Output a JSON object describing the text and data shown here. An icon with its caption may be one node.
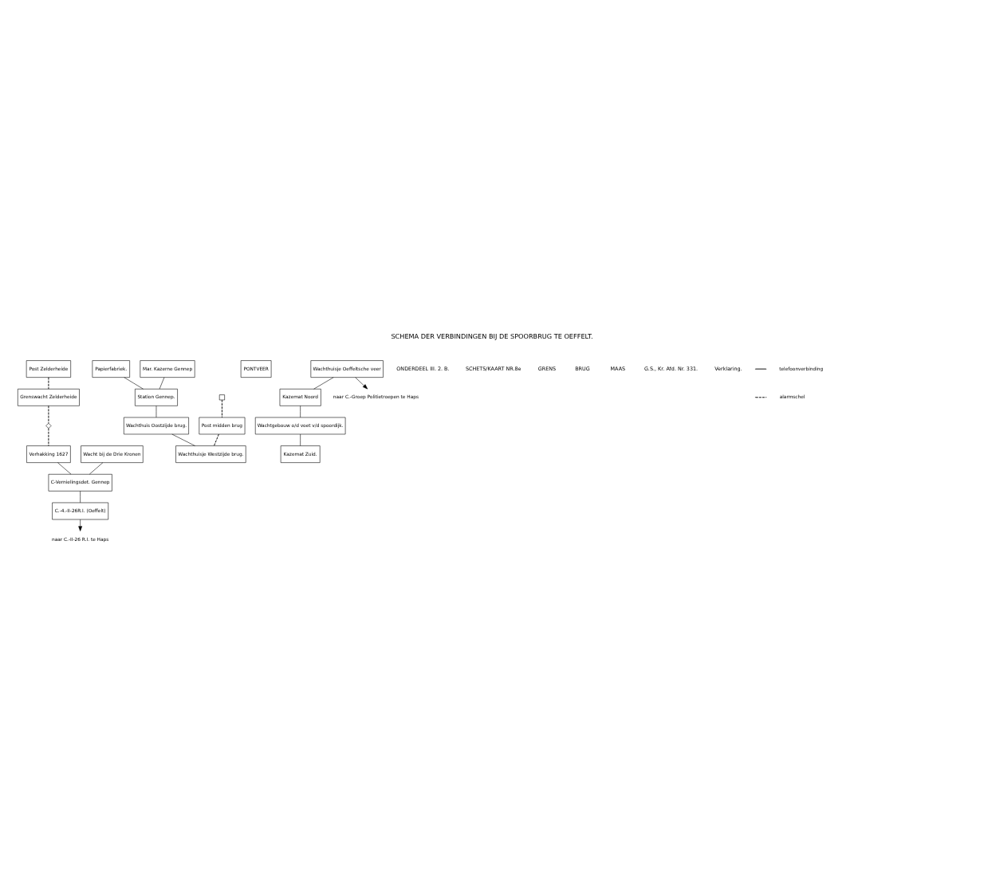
{
  "diagram": {
    "title": "SCHEMA DER VERBINDINGEN BIJ DE SPOORBRUG TE OEFFELT.",
    "nodes": [
      {
        "text": [
          "Post Zelderheide"
        ]
      },
      {
        "text": [
          "Grenswacht Zelderheide"
        ]
      },
      {
        "text": [],
        "shape": "diamond"
      },
      {
        "text": [
          "Verhakking 1627"
        ]
      },
      {
        "text": [
          "Wacht bij de Drie Kronen"
        ]
      },
      {
        "text": [
          "C-Vernielingsdet. Gennep"
        ]
      },
      {
        "text": [
          "Papierfabriek."
        ]
      },
      {
        "text": [
          "Mar. Kazerne Gennep"
        ]
      },
      {
        "text": [
          "Station Gennep."
        ]
      },
      {
        "text": [
          "Wachthuis Oostzijde brug."
        ]
      },
      {
        "text": [],
        "shape": "box"
      },
      {
        "text": [
          "Post midden brug"
        ]
      },
      {
        "text": [
          "Wachthuisje Westzijde brug."
        ]
      },
      {
        "text": [
          "PONTVEER"
        ]
      },
      {
        "text": [
          "Wachthuisje Oeffeltsche veer"
        ]
      },
      {
        "text": [
          "Kazemat Noord"
        ]
      },
      {
        "text": [
          "Wachtgebouw o/d voet v/d spoordijk."
        ]
      },
      {
        "text": [
          "Kazemat Zuid."
        ]
      },
      {
        "text": [
          "C.-4.-II-26R.I. (Oeffelt)"
        ]
      },
      {
        "text": [
          "naar C.-II-26 R.I. te Haps"
        ]
      },
      {
        "text": [
          "naar C.-Groep Politietroepen te Haps"
        ]
      }
    ],
    "edges": [
      {
        "from": 0,
        "to": 1,
        "arrow": "none",
        "style": "dashed"
      },
      {
        "from": 1,
        "to": 2,
        "arrow": "none",
        "style": "dashed"
      },
      {
        "from": 2,
        "to": 3,
        "arrow": "none",
        "style": "dashed"
      },
      {
        "from": 3,
        "to": 5,
        "arrow": "none"
      },
      {
        "from": 4,
        "to": 5,
        "arrow": "none"
      },
      {
        "from": 5,
        "to": 18,
        "arrow": "none"
      },
      {
        "from": 18,
        "to": 19,
        "arrow": "to"
      },
      {
        "from": 6,
        "to": 8,
        "arrow": "none"
      },
      {
        "from": 7,
        "to": 8,
        "arrow": "none"
      },
      {
        "from": 8,
        "to": 9,
        "arrow": "none"
      },
      {
        "from": 9,
        "to": 12,
        "arrow": "none"
      },
      {
        "from": 10,
        "to": 11,
        "arrow": "none",
        "style": "dashed"
      },
      {
        "from": 11,
        "to": 12,
        "arrow": "none",
        "style": "dashed"
      },
      {
        "from": 14,
        "to": 20,
        "arrow": "to"
      },
      {
        "from": 14,
        "to": 15,
        "arrow": "none"
      },
      {
        "from": 15,
        "to": 16,
        "arrow": "none"
      },
      {
        "from": 16,
        "to": 17,
        "arrow": "none"
      }
    ],
    "labels": [
      "ONDERDEEL III. 2. B.",
      "SCHETS/KAART NR.8e",
      "GRENS",
      "BRUG",
      "MAAS",
      "G.S., Kr. Afd. Nr. 331.",
      "Verklaring."
    ],
    "legend": [
      {
        "text": "telefoonverbinding"
      },
      {
        "text": "alarmschel"
      }
    ]
  }
}
